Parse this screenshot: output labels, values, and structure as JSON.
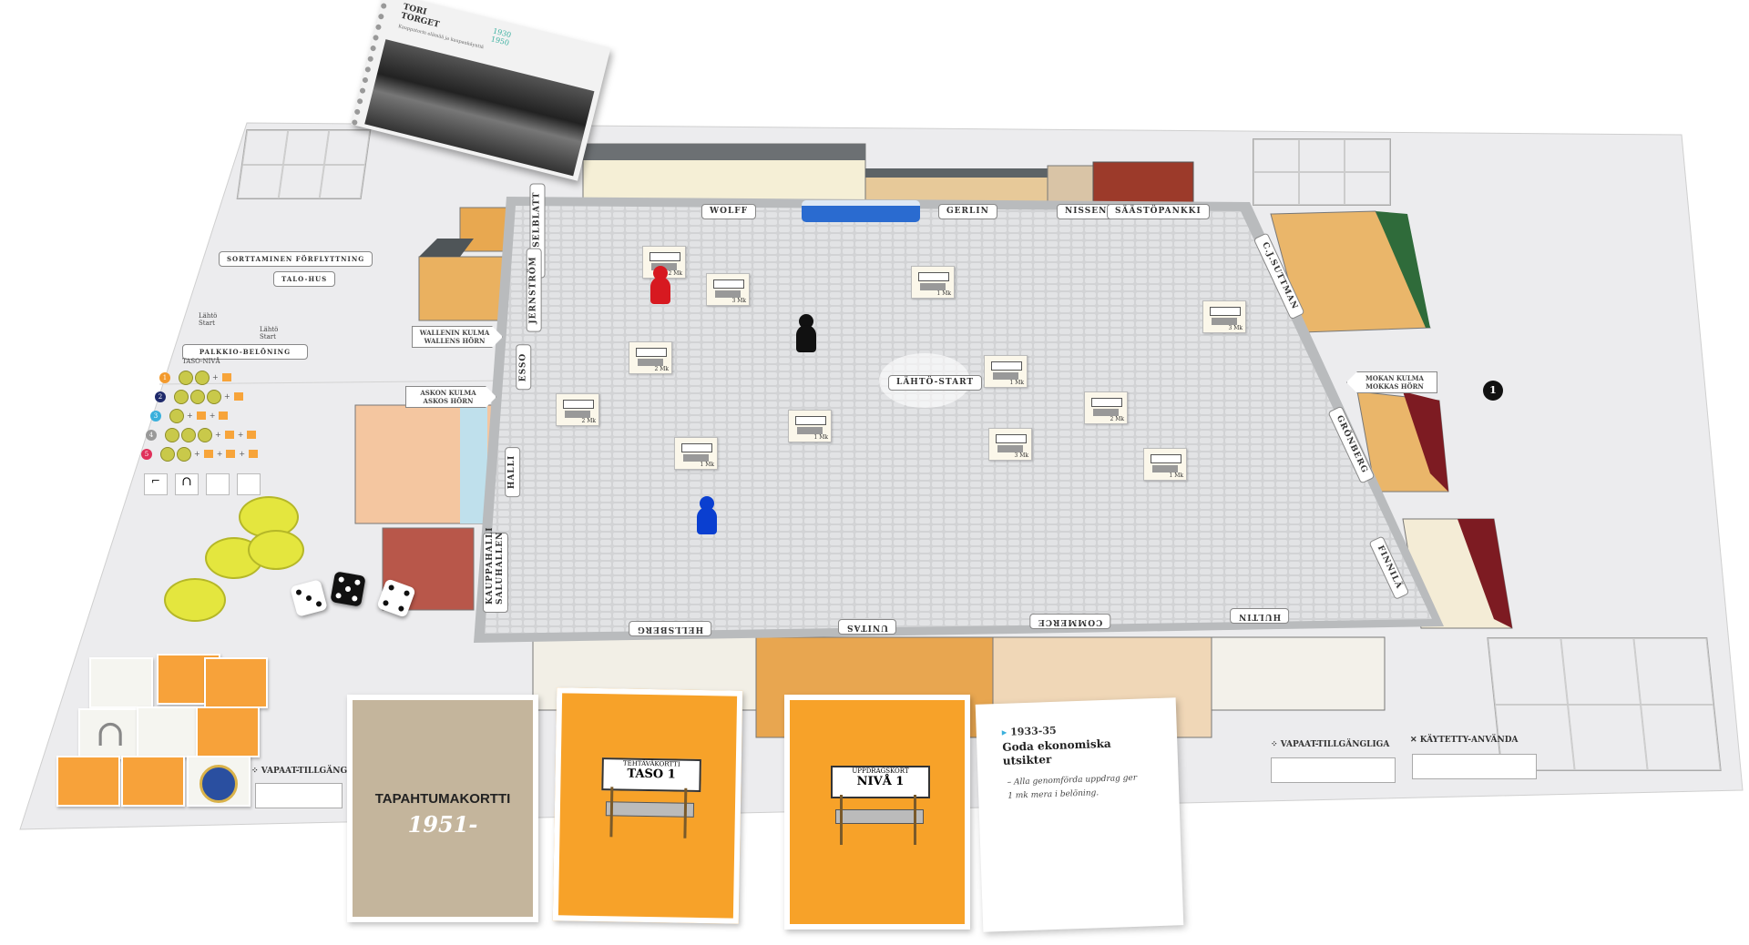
{
  "booklet": {
    "title_fi": "TORI",
    "title_sv": "TORGET",
    "years": "1930 1950",
    "subtitle": "Kauppatorin elämää ja kaupankäyntiä"
  },
  "board": {
    "start_label": "LÄHTÖ-START",
    "streets_top": [
      "WOLFF",
      "GERLIN",
      "NISSEN",
      "SÄÄSTÖPANKKI"
    ],
    "streets_left": [
      "HASSELBLATT",
      "JERNSTRÖM",
      "ESSO",
      "HALLI",
      "KAUPPAHALLI SALUHALLEN"
    ],
    "streets_bottom": [
      "HELLSBERG",
      "UNITAS",
      "COMMERCE",
      "HULTIN"
    ],
    "streets_right": [
      "C.J.SUTTMAN",
      "GRÖNBERG",
      "FINNILÄ"
    ],
    "corners": {
      "wallen": "WALLENIN KULMA WALLENS HÖRN",
      "asko": "ASKON KULMA ASKOS HÖRN",
      "mokka": "MOKAN KULMA MOKKAS HÖRN"
    },
    "player_badge": "1",
    "stall_prices": [
      "2 Mk",
      "3 Mk",
      "2 Mk",
      "1 Mk",
      "3 Mk",
      "1 Mk",
      "2 Mk",
      "1 Mk",
      "1 Mk",
      "2 Mk",
      "3 Mk",
      "1 Mk"
    ]
  },
  "left_panel": {
    "move_label": "SORTTAMINEN FÖRFLYTTNING",
    "house_label": "TALO-HUS",
    "start_small": "Lähtö Start",
    "reward_label": "PALKKIO-BELÖNING",
    "level_label": "TASO-NIVÅ",
    "rewards": [
      {
        "level": "1",
        "color": "#f39a2e",
        "coins": 2,
        "squares": 1
      },
      {
        "level": "2",
        "color": "#1f2a6b",
        "coins": 3,
        "squares": 1
      },
      {
        "level": "3",
        "color": "#3ab0dc",
        "coins": 1,
        "squares": 2
      },
      {
        "level": "4",
        "color": "#999999",
        "coins": 3,
        "squares": 2
      },
      {
        "level": "5",
        "color": "#e0305a",
        "coins": 2,
        "squares": 3
      }
    ],
    "free_label": "VAPAAT-TILLGÄNG"
  },
  "right_panel": {
    "free_label": "VAPAAT-TILLGÄNGLIGA",
    "used_label": "KÄYTETTY-ANVÄNDA"
  },
  "cards": {
    "event": {
      "title": "TAPAHTUMAKORTTI",
      "year": "1951-",
      "color": "#c4b59c"
    },
    "task_fi": {
      "small": "TEHTÄVÄKORTTI",
      "big": "TASO 1",
      "color": "#f7a229"
    },
    "task_sv": {
      "small": "UPPDRAGSKORT",
      "big": "NIVÅ 1",
      "color": "#f7a229"
    },
    "event_text": {
      "years": "1933-35",
      "title": "Goda ekonomiska utsikter",
      "body": "– Alla genomförda uppdrag ger 1 mk mera i belöning."
    }
  },
  "colors": {
    "board": "#ececee",
    "plaza": "#cfd0d2",
    "pawn_red": "#d71920",
    "pawn_black": "#111111",
    "pawn_blue": "#0a3fd0",
    "coin": "#d9e03a"
  }
}
